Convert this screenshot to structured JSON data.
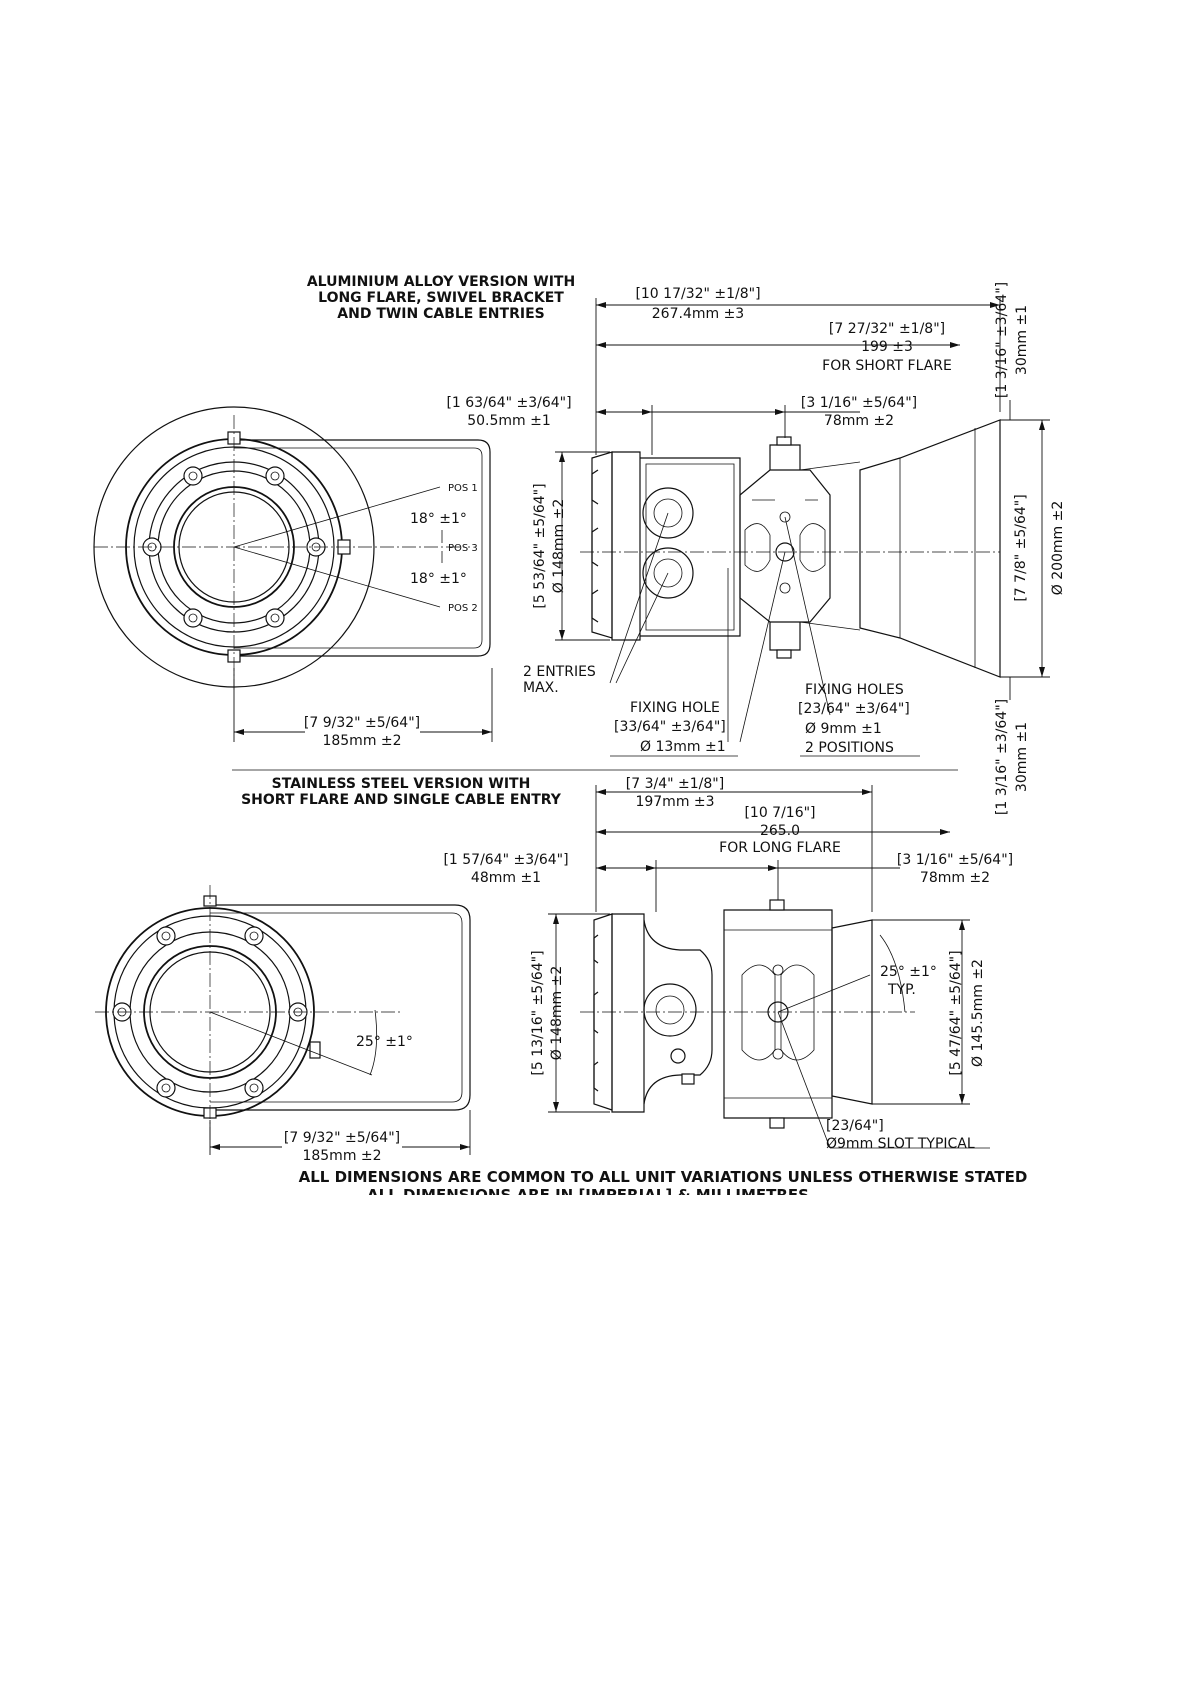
{
  "section_top": {
    "title_lines": [
      "ALUMINIUM ALLOY VERSION WITH",
      "LONG FLARE, SWIVEL BRACKET",
      "AND TWIN CABLE ENTRIES"
    ],
    "pos_labels": [
      "POS 1",
      "POS 3",
      "POS 2"
    ],
    "angle_upper": "18° ±1°",
    "angle_lower": "18° ±1°",
    "width_imperial": "[7 9/32\" ±5/64\"]",
    "width_metric": "185mm ±2",
    "overall_length_imperial": "[10 17/32\" ±1/8\"]",
    "overall_length_metric": "267.4mm ±3",
    "short_flare_imperial": "[7 27/32\" ±1/8\"]",
    "short_flare_metric": "199 ±3",
    "short_flare_note": "FOR SHORT FLARE",
    "offset_imperial": "[1 63/64\" ±3/64\"]",
    "offset_metric": "50.5mm ±1",
    "bracket_imperial": "[3 1/16\" ±5/64\"]",
    "bracket_metric": "78mm ±2",
    "body_dia_imperial": "[5 53/64\" ±5/64\"]",
    "body_dia_metric": "Ø 148mm ±2",
    "flare_dia_imperial": "[7 7/8\" ±5/64\"]",
    "flare_dia_metric": "Ø 200mm ±2",
    "clearance_top_imperial": "[1 3/16\" ±3/64\"]",
    "clearance_top_metric": "30mm ±1",
    "clearance_bottom_imperial": "[1 3/16\" ±3/64\"]",
    "clearance_bottom_metric": "30mm ±1",
    "entries_note_1": "2 ENTRIES",
    "entries_note_2": "MAX.",
    "fixing_hole_title": "FIXING HOLE",
    "fixing_hole_imperial": "[33/64\" ±3/64\"]",
    "fixing_hole_metric": "Ø 13mm ±1",
    "fixing_holes_title": "FIXING HOLES",
    "fixing_holes_imperial": "[23/64\" ±3/64\"]",
    "fixing_holes_metric": "Ø 9mm ±1",
    "fixing_holes_count": "2 POSITIONS"
  },
  "section_bottom": {
    "title_lines": [
      "STAINLESS STEEL VERSION WITH",
      "SHORT FLARE AND SINGLE CABLE ENTRY"
    ],
    "angle_front": "25° ±1°",
    "width_imperial": "[7 9/32\" ±5/64\"]",
    "width_metric": "185mm ±2",
    "overall_length_imperial": "[7 3/4\" ±1/8\"]",
    "overall_length_metric": "197mm ±3",
    "long_flare_imperial": "[10 7/16\"]",
    "long_flare_metric": "265.0",
    "long_flare_note": "FOR LONG FLARE",
    "offset_imperial": "[1 57/64\" ±3/64\"]",
    "offset_metric": "48mm ±1",
    "bracket_imperial": "[3 1/16\" ±5/64\"]",
    "bracket_metric": "78mm ±2",
    "body_dia_imperial": "[5 13/16\" ±5/64\"]",
    "body_dia_metric": "Ø 148mm ±2",
    "flare_dia_imperial": "[5 47/64\" ±5/64\"]",
    "flare_dia_metric": "Ø 145.5mm ±2",
    "angle_side": "25° ±1°",
    "angle_side_note": "TYP.",
    "slot_imperial": "[23/64\"]",
    "slot_metric": "Ø9mm  SLOT TYPICAL"
  },
  "footer": {
    "line1": "ALL DIMENSIONS ARE COMMON TO ALL UNIT VARIATIONS UNLESS OTHERWISE STATED",
    "line2": "ALL DIMENSIONS ARE IN [IMPERIAL] & MILLIMETRES"
  }
}
